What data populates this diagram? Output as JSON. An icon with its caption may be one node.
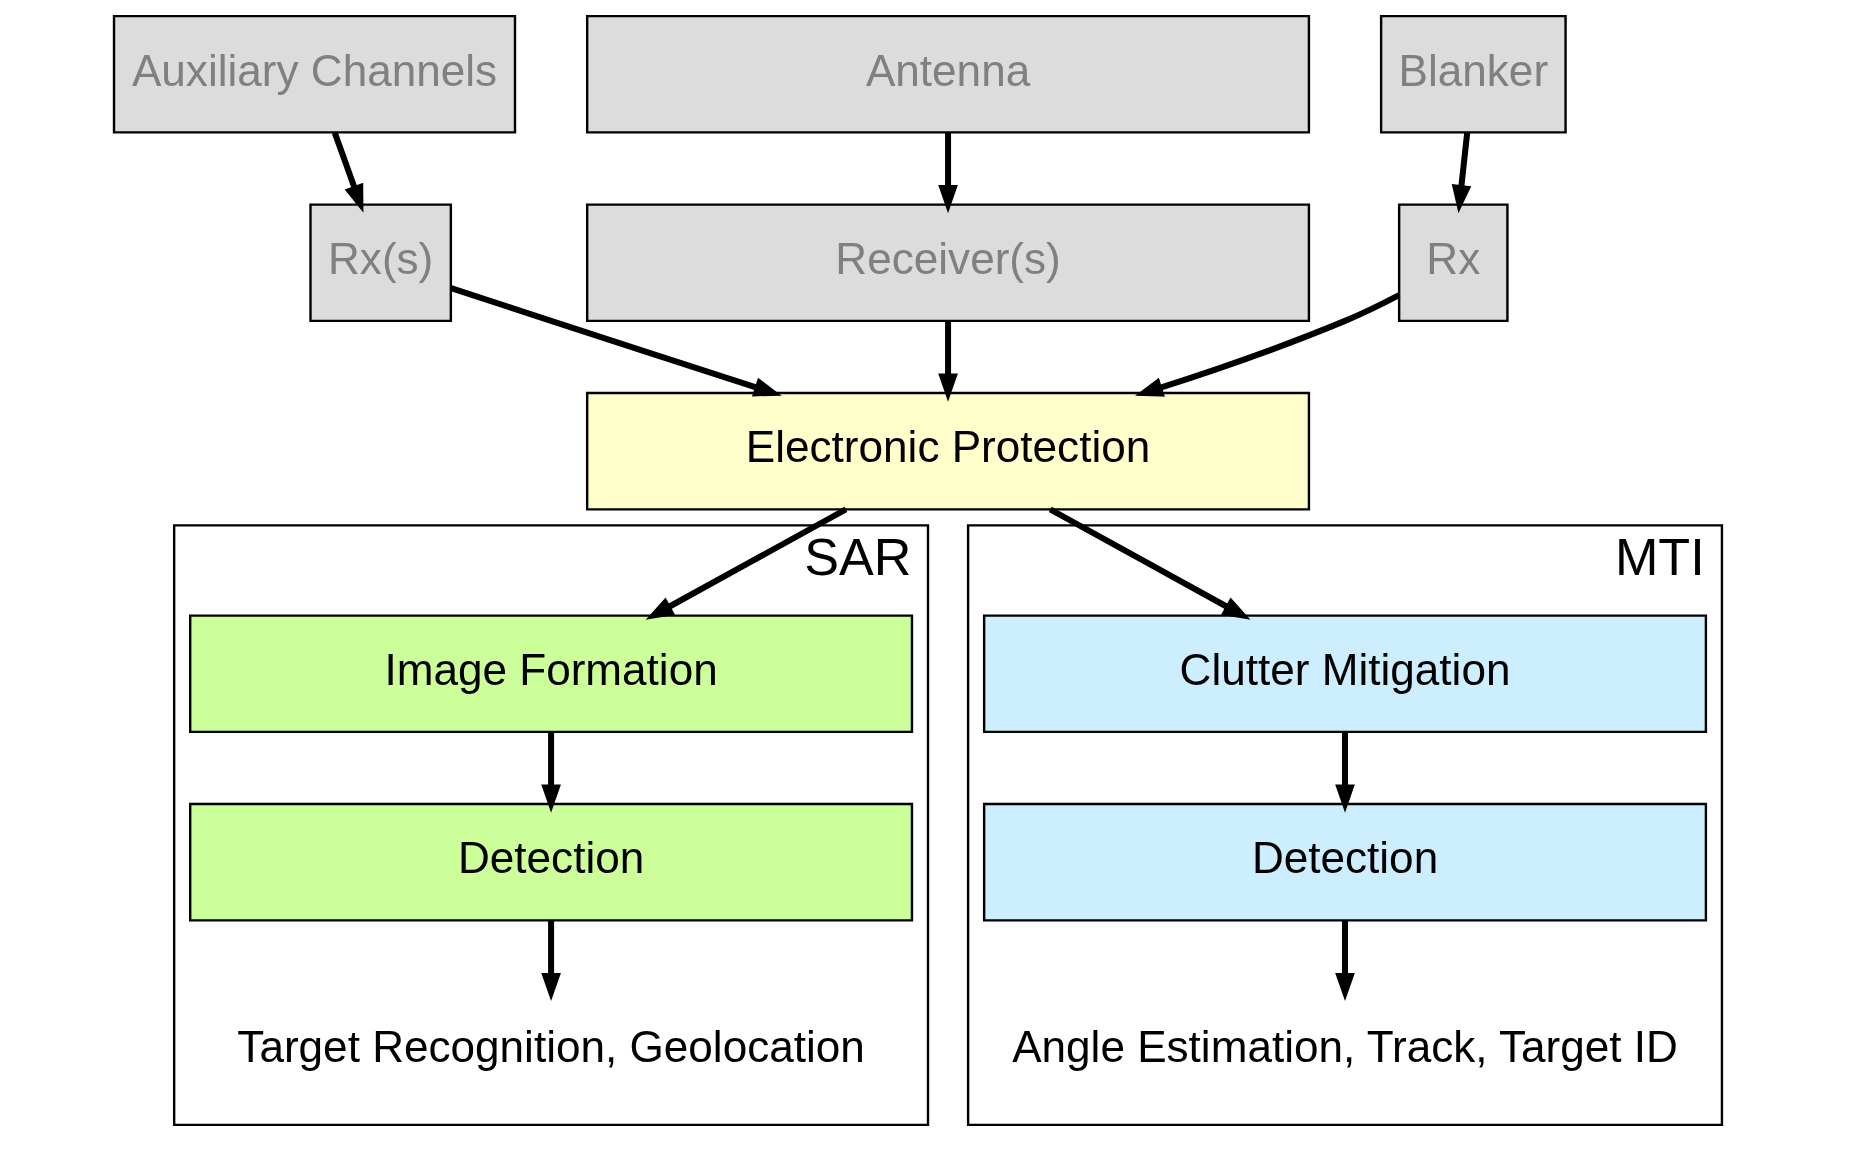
{
  "diagram": {
    "nodes": [
      {
        "text": [
          "Auxiliary Channels"
        ]
      },
      {
        "text": [
          "Antenna"
        ]
      },
      {
        "text": [
          "Blanker"
        ]
      },
      {
        "text": [
          "Rx(s)"
        ]
      },
      {
        "text": [
          "Receiver(s)"
        ]
      },
      {
        "text": [
          "Rx"
        ]
      },
      {
        "text": [
          "Electronic Protection"
        ]
      },
      {
        "text": [
          "SAR"
        ]
      },
      {
        "text": [
          "Image Formation"
        ],
        "in": 7
      },
      {
        "text": [
          "Detection"
        ],
        "in": 7
      },
      {
        "text": [
          "Target Recognition, Geolocation"
        ],
        "in": 7
      },
      {
        "text": [
          "MTI"
        ]
      },
      {
        "text": [
          "Clutter Mitigation"
        ],
        "in": 11
      },
      {
        "text": [
          "Detection"
        ],
        "in": 11
      },
      {
        "text": [
          "Angle Estimation, Track, Target ID"
        ],
        "in": 11
      }
    ],
    "edges": [
      {
        "from": 0,
        "to": 3,
        "arrow": "to"
      },
      {
        "from": 1,
        "to": 4,
        "arrow": "to"
      },
      {
        "from": 2,
        "to": 5,
        "arrow": "to"
      },
      {
        "from": 3,
        "to": 6,
        "arrow": "to"
      },
      {
        "from": 4,
        "to": 6,
        "arrow": "to"
      },
      {
        "from": 5,
        "to": 6,
        "arrow": "to"
      },
      {
        "from": 6,
        "to": 8,
        "arrow": "to"
      },
      {
        "from": 6,
        "to": 12,
        "arrow": "to"
      },
      {
        "from": 8,
        "to": 9,
        "arrow": "to"
      },
      {
        "from": 9,
        "to": 10,
        "arrow": "to"
      },
      {
        "from": 12,
        "to": 13,
        "arrow": "to"
      },
      {
        "from": 13,
        "to": 14,
        "arrow": "to"
      }
    ]
  }
}
